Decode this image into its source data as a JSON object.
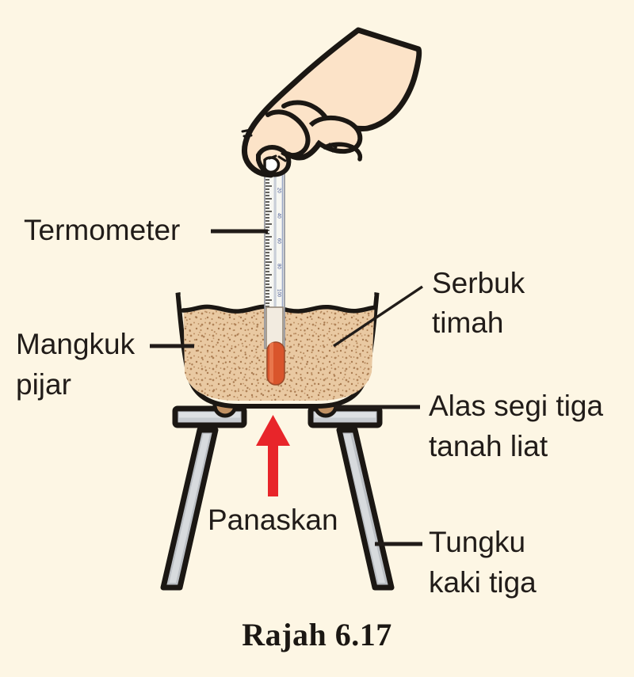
{
  "figure": {
    "caption": "Rajah 6.17",
    "background_color": "#FDF6E4",
    "ink_color": "#211C19"
  },
  "labels": {
    "thermometer": "Termometer",
    "crucible_line1": "Mangkuk",
    "crucible_line2": "pijar",
    "tin_powder_line1": "Serbuk",
    "tin_powder_line2": "timah",
    "clay_triangle_line1": "Alas segi tiga",
    "clay_triangle_line2": "tanah liat",
    "heat": "Panaskan",
    "tripod_line1": "Tungku",
    "tripod_line2": "kaki tiga"
  },
  "parts": {
    "hand": {
      "name": "hand",
      "skin_color": "#FCE3C8",
      "outline_color": "#1B1713"
    },
    "thermometer": {
      "name": "thermometer",
      "glass_color": "#FAFAF7",
      "scale_color": "#1B1713",
      "number_color": "#3B4E8C",
      "bulb_color": "#D9552C"
    },
    "crucible": {
      "name": "crucible-bowl",
      "outline_color": "#1B1713",
      "fill_color": "#FDF6E4"
    },
    "tin_powder": {
      "name": "tin-powder",
      "fill_color": "#E9C9A2",
      "speckle_color": "#B58A5E"
    },
    "clay_triangle": {
      "name": "clay-triangle-support",
      "fill_color": "#C49A6C",
      "outline_color": "#1B1713"
    },
    "tripod": {
      "name": "tripod-stand",
      "metal_color": "#B9BDC2",
      "metal_light": "#D6D9DC",
      "outline_color": "#1B1713"
    },
    "heat_arrow": {
      "name": "heat-arrow",
      "color": "#E8252A",
      "direction": "up"
    }
  }
}
